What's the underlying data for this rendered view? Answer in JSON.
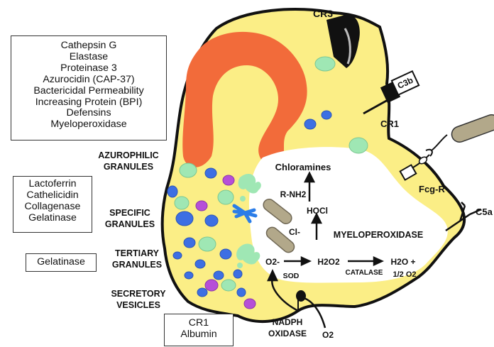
{
  "granule_lists": {
    "azurophilic_contents": [
      "Cathepsin G",
      "Elastase",
      "Proteinase 3",
      "Azurocidin (CAP-37)",
      "Bactericidal Permeability",
      "Increasing Protein (BPI)",
      "Defensins",
      "Myeloperoxidase"
    ],
    "specific_contents": [
      "Lactoferrin",
      "Cathelicidin",
      "Collagenase",
      "Gelatinase"
    ],
    "tertiary_contents": [
      "Gelatinase"
    ],
    "secretory_contents": [
      "CR1",
      "Albumin"
    ]
  },
  "granule_labels": {
    "azurophilic": [
      "AZUROPHILIC",
      "GRANULES"
    ],
    "specific": [
      "SPECIFIC",
      "GRANULES"
    ],
    "tertiary": [
      "TERTIARY",
      "GRANULES"
    ],
    "secretory": [
      "SECRETORY",
      "VESICLES"
    ]
  },
  "receptors": {
    "cr3": "CR3",
    "c3b": "C3b",
    "cr1": "CR1",
    "fcgr": "Fcg-R",
    "c5a": "C5a"
  },
  "pathway": {
    "chloramines": "Chloramines",
    "rnh2": "R-NH2",
    "hocl": "HOCl",
    "cl": "Cl-",
    "myeloperoxidase": "MYELOPEROXIDASE",
    "o2": "O2-",
    "h2o2": "H2O2",
    "h2o": "H2O +",
    "half_o2": "1/2 O2",
    "sod": "SOD",
    "catalase": "CATALASE",
    "nadph1": "NADPH",
    "nadph2": "OXIDASE",
    "o2_in": "O2"
  },
  "colors": {
    "cytoplasm": "#fbee86",
    "nucleus": "#f26b3a",
    "phagosome": "#ffffff",
    "azurophilic_granule": "#3d6fe3",
    "specific_granule": "#9fe7b4",
    "tertiary_granule": "#b64fd8",
    "secretory_vesicle": "#2358cf",
    "bacterium": "#b2a88a",
    "outline": "#111111"
  }
}
